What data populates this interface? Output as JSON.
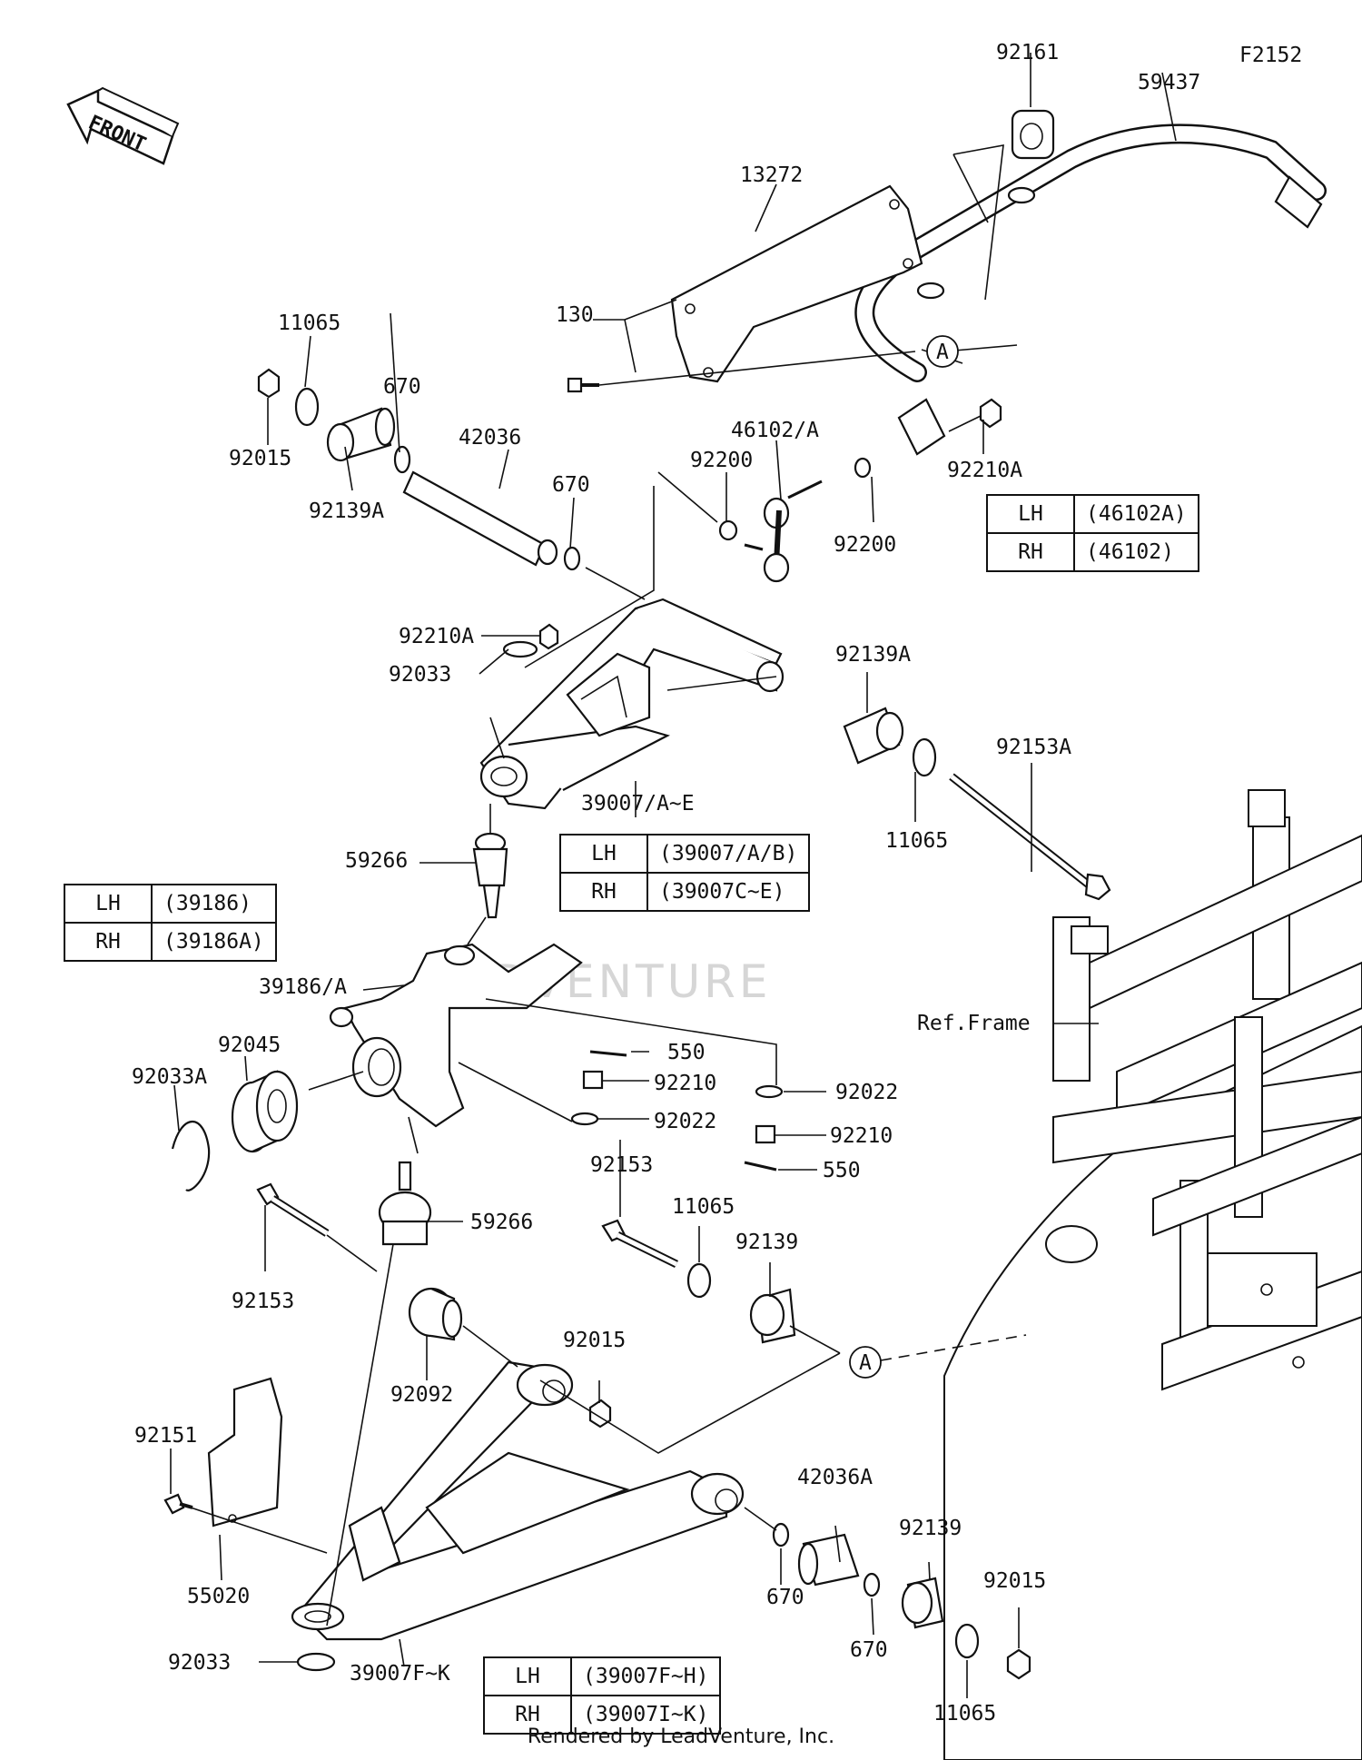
{
  "figure_code": "F2152",
  "front_label": "FRONT",
  "watermark": "ADVENTURE",
  "ref_frame_label": "Ref.Frame",
  "callout_a": "A",
  "footer": "Rendered by LeadVenture, Inc.",
  "part_labels": {
    "p92161": "92161",
    "p59437": "59437",
    "p13272": "13272",
    "p130": "130",
    "p11065_a": "11065",
    "p92015_a": "92015",
    "p670_a": "670",
    "p92139A_a": "92139A",
    "p42036": "42036",
    "p670_b": "670",
    "p46102A": "46102/A",
    "p92200_a": "92200",
    "p92200_b": "92200",
    "p92210A_a": "92210A",
    "p92210A_b": "92210A",
    "p92033_a": "92033",
    "p92139A_b": "92139A",
    "p92153A": "92153A",
    "p39007AE": "39007/A~E",
    "p11065_b": "11065",
    "p59266_a": "59266",
    "p39186A": "39186/A",
    "p92045": "92045",
    "p92033A": "92033A",
    "p550_a": "550",
    "p92210_a": "92210",
    "p92022_a": "92022",
    "p92022_b": "92022",
    "p92210_b": "92210",
    "p550_b": "550",
    "p59266_b": "59266",
    "p92153_a": "92153",
    "p11065_c": "11065",
    "p92139_a": "92139",
    "p92153_b": "92153",
    "p92015_b": "92015",
    "p92092": "92092",
    "p92151": "92151",
    "p55020": "55020",
    "p42036A": "42036A",
    "p92139_b": "92139",
    "p92015_c": "92015",
    "p670_c": "670",
    "p670_d": "670",
    "p92033_b": "92033",
    "p39007FK": "39007F~K",
    "p11065_d": "11065"
  },
  "tables": {
    "stab_link": [
      {
        "side": "LH",
        "part": "(46102A)"
      },
      {
        "side": "RH",
        "part": "(46102)"
      }
    ],
    "upper_arm": [
      {
        "side": "LH",
        "part": "(39007/A/B)"
      },
      {
        "side": "RH",
        "part": "(39007C~E)"
      }
    ],
    "knuckle": [
      {
        "side": "LH",
        "part": "(39186)"
      },
      {
        "side": "RH",
        "part": "(39186A)"
      }
    ],
    "lower_arm": [
      {
        "side": "LH",
        "part": "(39007F~H)"
      },
      {
        "side": "RH",
        "part": "(39007I~K)"
      }
    ]
  }
}
